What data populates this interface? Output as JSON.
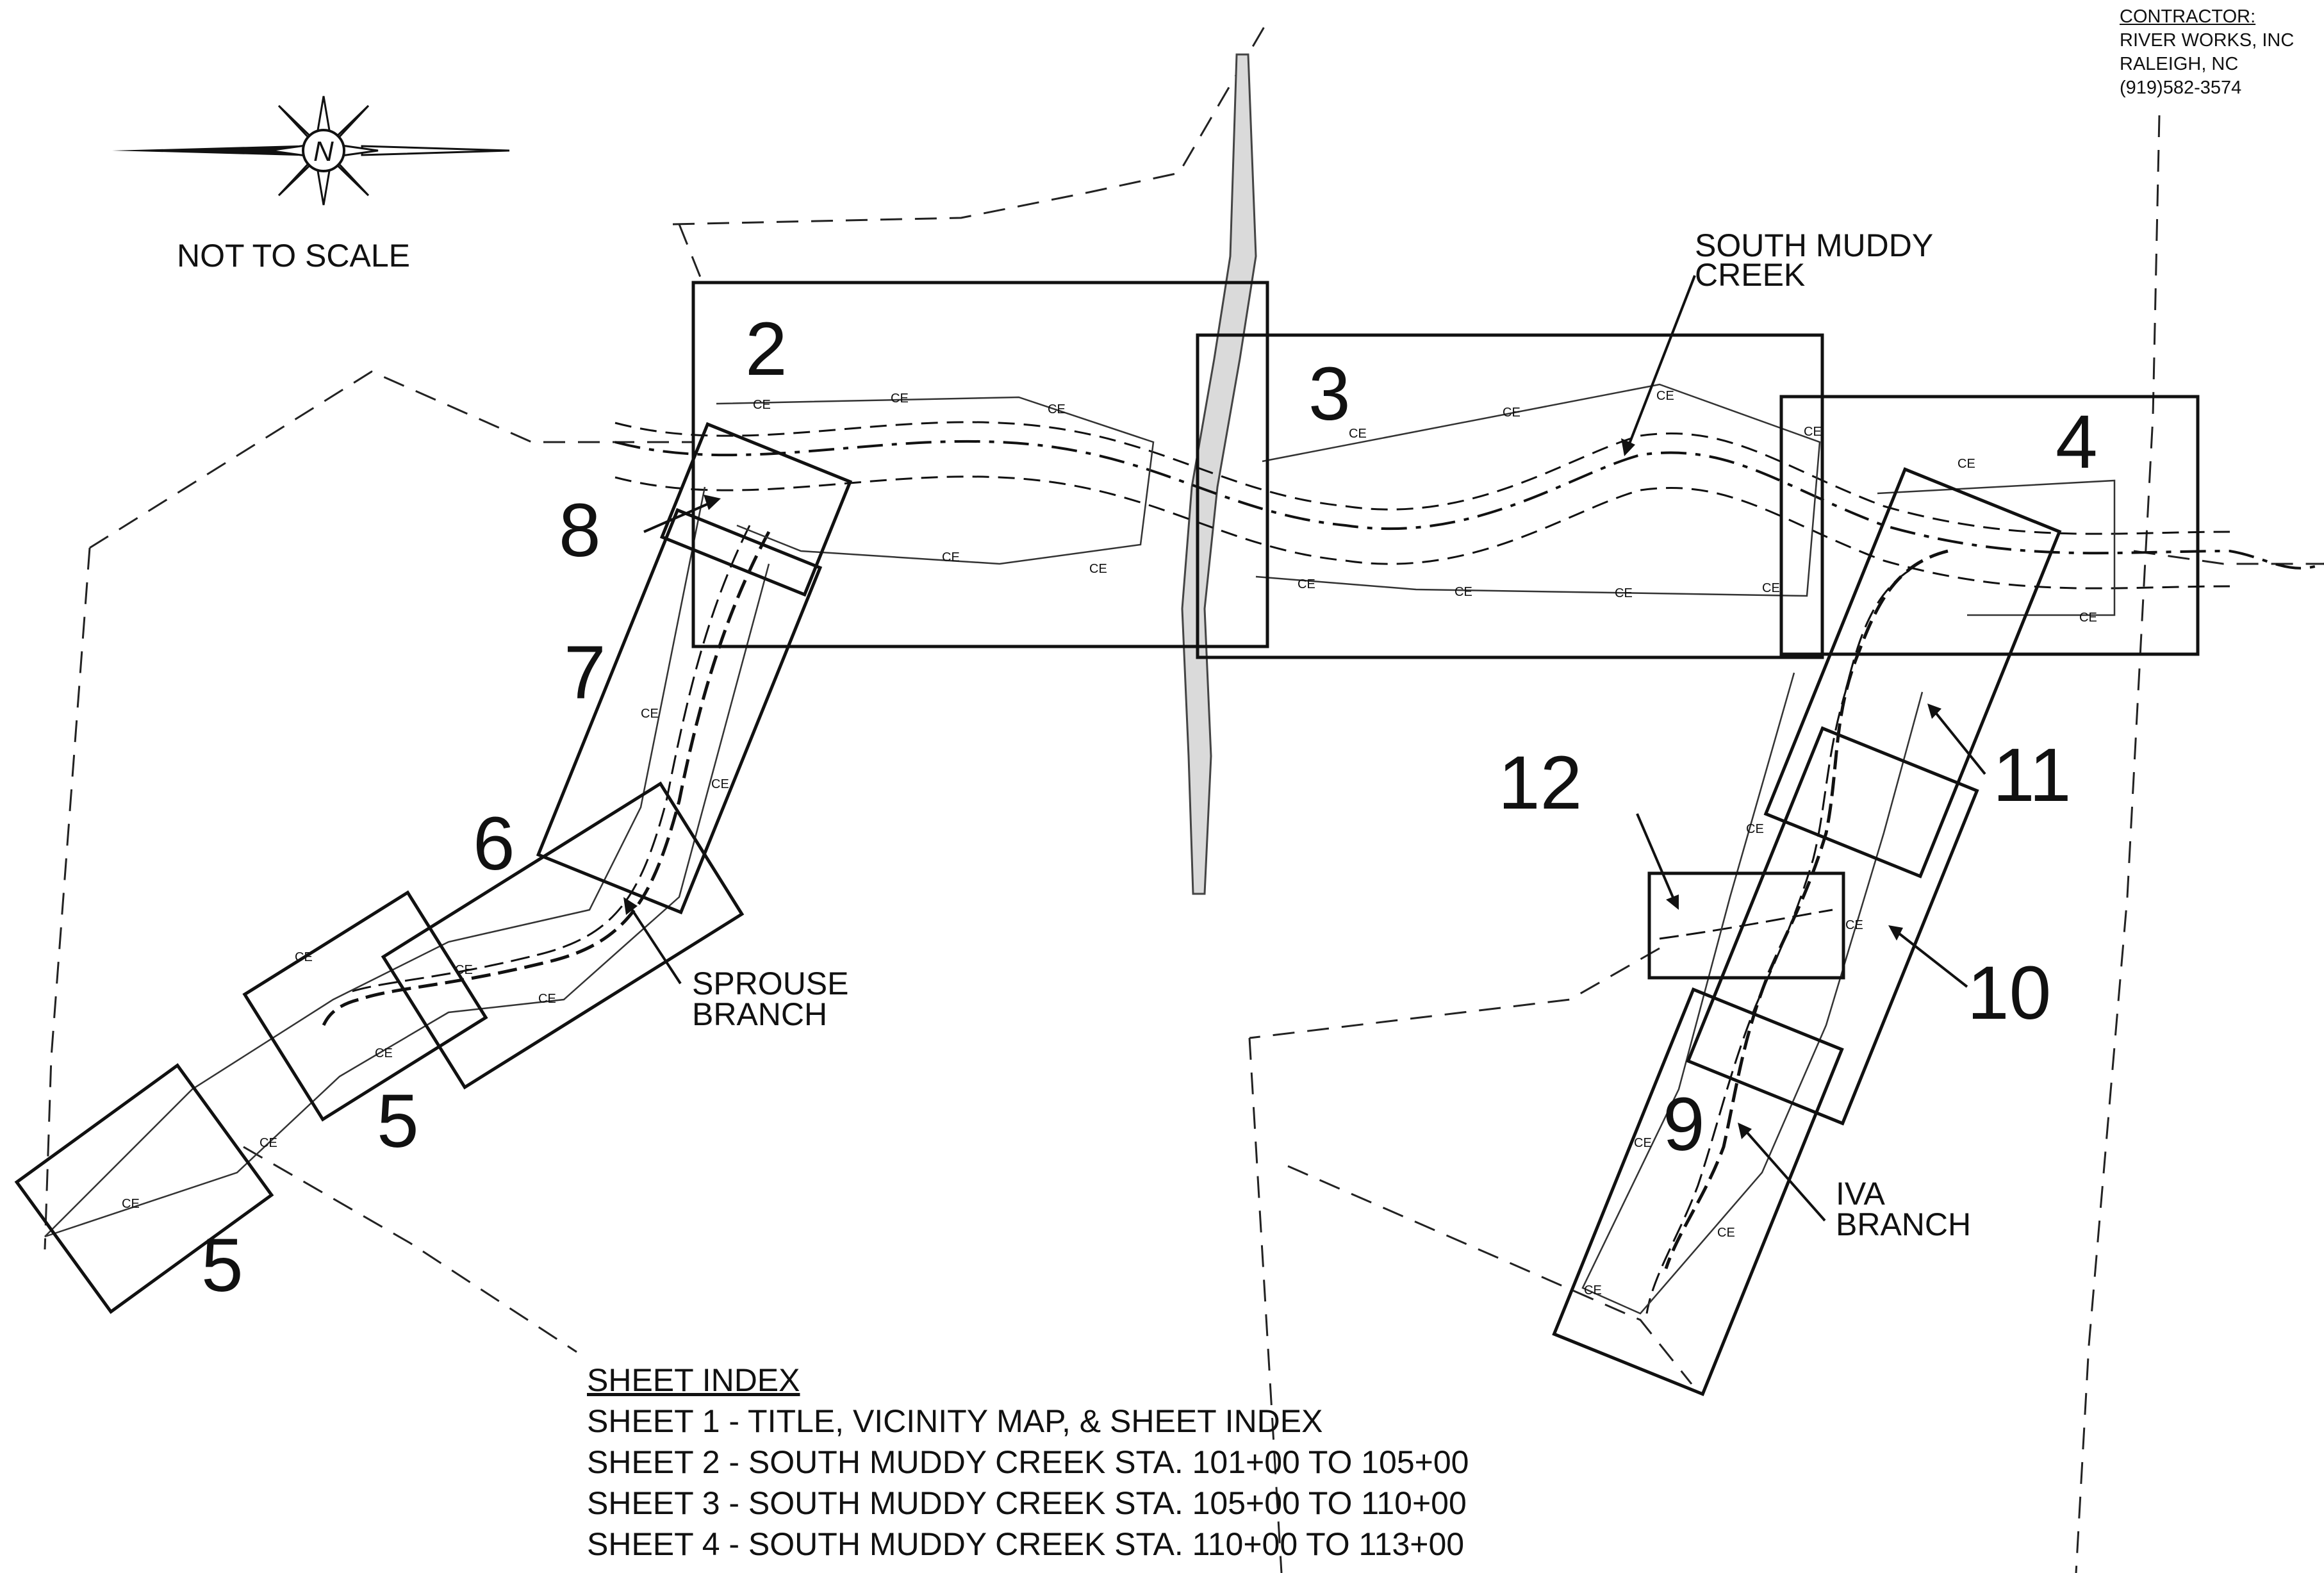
{
  "contractor": {
    "heading": "CONTRACTOR:",
    "lines": [
      "RIVER WORKS, INC",
      "RALEIGH, NC",
      "(919)582-3574"
    ]
  },
  "north_arrow": {
    "letter": "N"
  },
  "scale_note": "NOT TO SCALE",
  "sheet_labels": [
    "2",
    "3",
    "4",
    "5",
    "5",
    "6",
    "7",
    "8",
    "9",
    "10",
    "11",
    "12"
  ],
  "stream_labels": {
    "south_muddy": [
      "SOUTH MUDDY",
      "CREEK"
    ],
    "sprouse": [
      "SPROUSE",
      "BRANCH"
    ],
    "iva": [
      "IVA",
      "BRANCH"
    ]
  },
  "easement_tag": "CE",
  "sheet_index": {
    "title": "SHEET INDEX",
    "entries": [
      "SHEET 1 - TITLE, VICINITY MAP, & SHEET INDEX",
      "SHEET 2 - SOUTH MUDDY CREEK STA. 101+00 TO 105+00",
      "SHEET 3 - SOUTH MUDDY CREEK STA. 105+00 TO 110+00",
      "SHEET 4 - SOUTH MUDDY CREEK STA. 110+00 TO 113+00"
    ]
  },
  "colors": {
    "ink": "#111111",
    "road_fill": "#d8d8d8"
  }
}
